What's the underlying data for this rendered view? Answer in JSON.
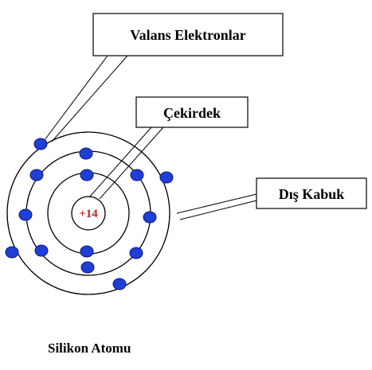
{
  "labels": {
    "valence": "Valans Elektronlar",
    "nucleus": "Çekirdek",
    "outer_shell": "Dış Kabuk"
  },
  "nucleus": {
    "charge": "+14"
  },
  "caption": "Silikon Atomu",
  "shells": [
    {
      "name": "inner",
      "electrons": 2
    },
    {
      "name": "middle",
      "electrons": 8
    },
    {
      "name": "outer",
      "electrons": 4
    }
  ],
  "colors": {
    "electron": "#1f3fd6",
    "electron_stroke": "#0a1a7a",
    "nucleus_text": "#c81e1e",
    "orbit": "#000000"
  }
}
